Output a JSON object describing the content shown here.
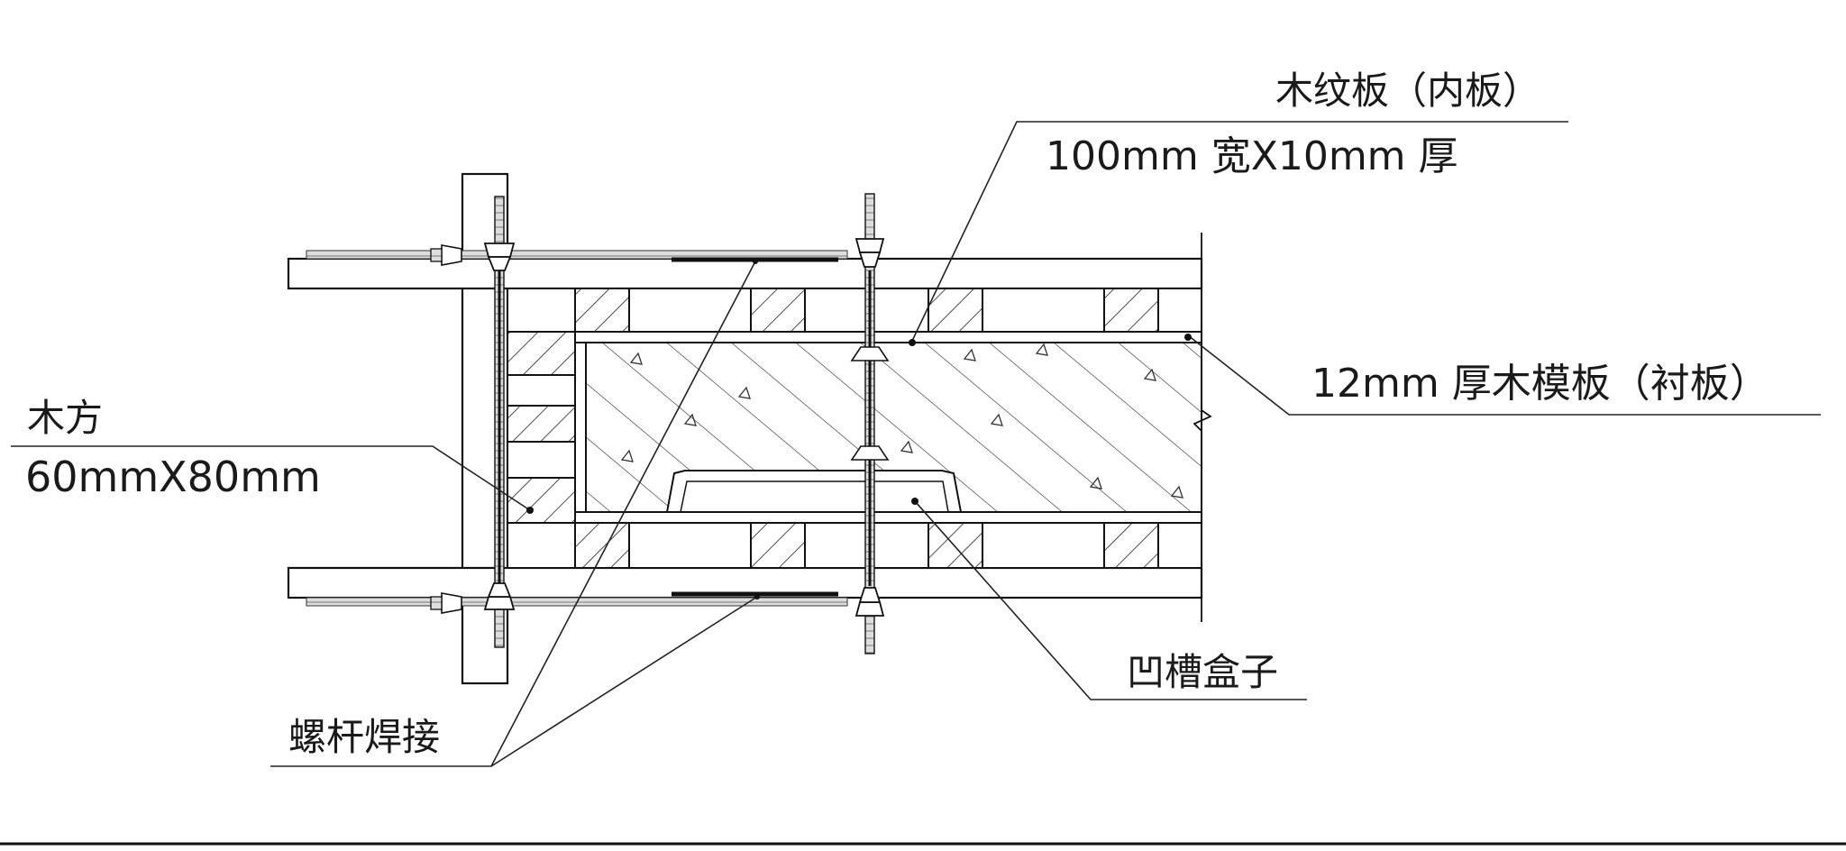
{
  "diagram": {
    "labels": {
      "wood_grain_board": "木纹板（内板）",
      "wood_grain_size": "100mm 宽X10mm 厚",
      "timber_plywood": "12mm 厚木模板（衬板）",
      "timber_square": "木方",
      "timber_square_size": "60mmX80mm",
      "groove_box": "凹槽盒子",
      "screw_weld": "螺杆焊接"
    },
    "colors": {
      "ink": "#1a1a1a",
      "background": "#ffffff"
    }
  }
}
